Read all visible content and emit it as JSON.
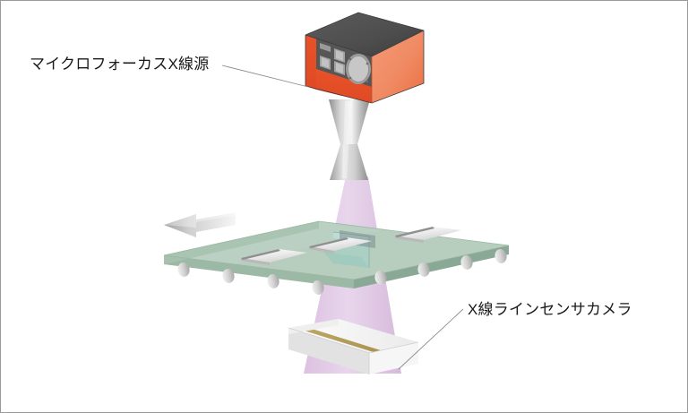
{
  "diagram": {
    "title": "X-ray inspection line diagram",
    "background_color": "#ffffff",
    "border_color": "#9a9a9a",
    "labels": {
      "source": "マイクロフォーカスX線源",
      "camera": "X線ラインセンサカメラ"
    },
    "colors": {
      "source_body_front": "#e8562f",
      "source_body_side": "#f08a63",
      "source_body_top": "#4a4a4a",
      "panel": "#565656",
      "cone_metal": "#c9c9c9",
      "beam": "#e0c8e4",
      "conveyor_top": "#b2cbba",
      "conveyor_edge": "#8fae99",
      "glass_cutaway": "#a8cfc4",
      "roller": "#c9c9c9",
      "panel_object": "#f2f2f2",
      "detector_body": "#f4f4f4",
      "detector_sensor": "#b8a25c",
      "arrow": "#c2c2c2",
      "leader_line": "#8c8c8c"
    },
    "parts": {
      "source_label": "microfocus-x-ray-source",
      "cone_label": "x-ray-emitter-cone",
      "beam_label": "x-ray-beam-cone",
      "conveyor_label": "conveyor-glass-plate",
      "objects_on_belt": 3,
      "rollers": 8,
      "direction_arrow": "conveyor travel direction (left)",
      "detector_label": "x-ray-line-sensor-camera"
    }
  }
}
